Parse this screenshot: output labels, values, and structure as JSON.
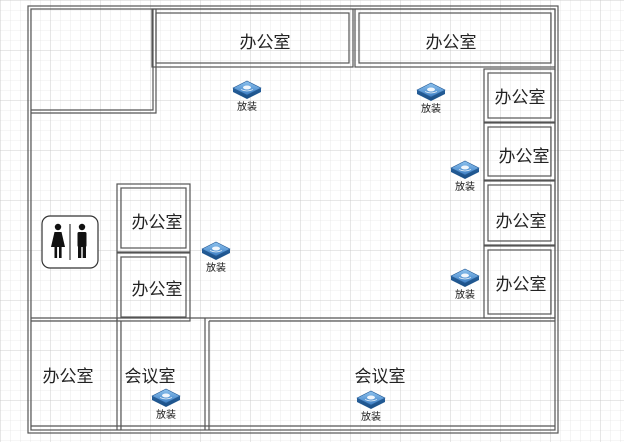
{
  "rooms": {
    "top_office_1": "办公室",
    "top_office_2": "办公室",
    "right_office_1": "办公室",
    "right_office_2": "办公室",
    "right_office_3": "办公室",
    "right_office_4": "办公室",
    "mid_office_1": "办公室",
    "mid_office_2": "办公室",
    "bottom_office": "办公室",
    "meeting_small": "会议室",
    "meeting_large": "会议室"
  },
  "access_points": {
    "label": "放装",
    "icon": "wireless-ap-icon",
    "color": "#2f6fb5"
  },
  "restroom": {
    "icon": "restroom-icon"
  }
}
